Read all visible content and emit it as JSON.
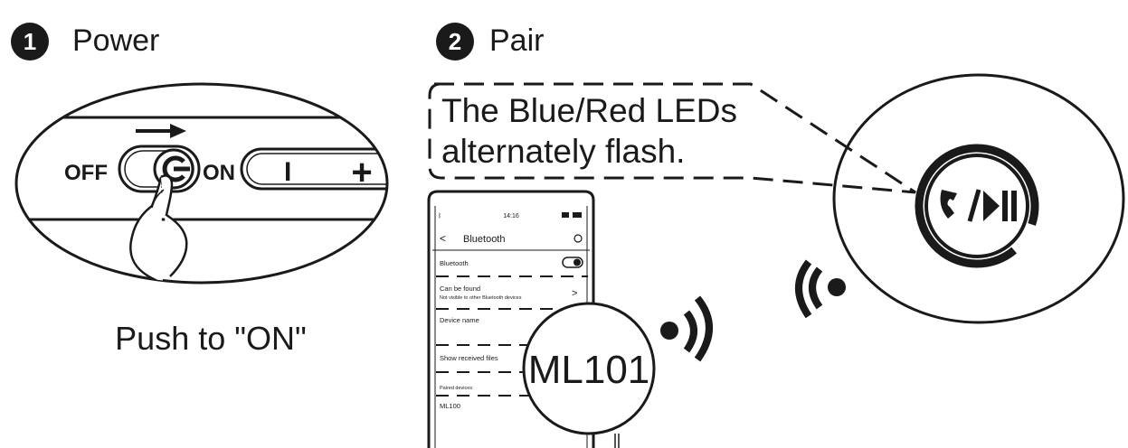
{
  "step1": {
    "number": "1",
    "title": "Power",
    "caption": "Push to \"ON\"",
    "switch_off_label": "OFF",
    "switch_on_label": "ON",
    "minus_label": "I",
    "plus_label": "+"
  },
  "step2": {
    "number": "2",
    "title": "Pair",
    "callout_line1": "The Blue/Red LEDs",
    "callout_line2": "alternately flash.",
    "button_glyph": "play-pause-phone-icon"
  },
  "phone": {
    "status_time": "14:16",
    "header_title": "Bluetooth",
    "rows": {
      "bluetooth_label": "Bluetooth",
      "can_be_found_label": "Can be found",
      "can_be_found_sub": "Not visible to other Bluetooth devices",
      "device_name_label": "Device name",
      "show_received_label": "Show received files",
      "paired_devices_header": "Paired devices",
      "paired_device_1": "ML100"
    }
  },
  "device_badge": "ML101",
  "colors": {
    "ink": "#1a1a1a",
    "background": "#ffffff"
  }
}
